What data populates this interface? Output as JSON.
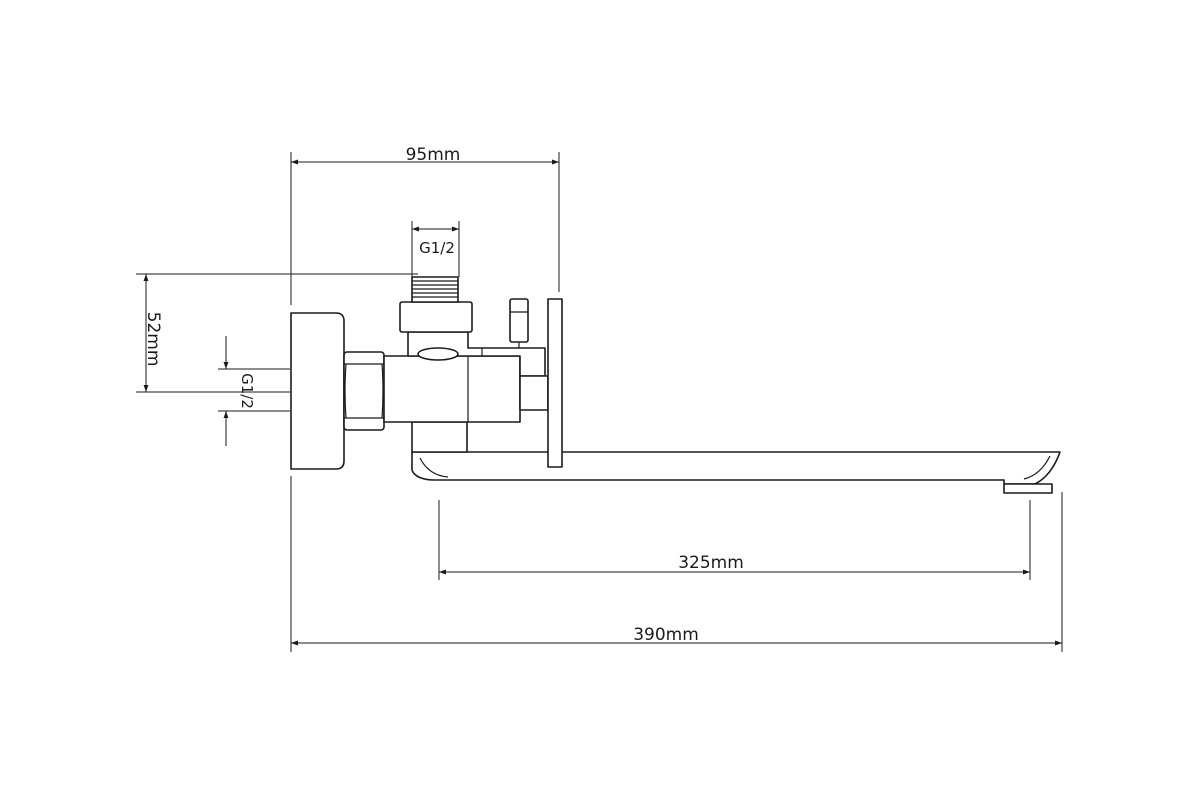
{
  "diagram": {
    "dimensions": {
      "top_width": "95mm",
      "inlet_top": "G1/2",
      "height_offset": "52mm",
      "inlet_side": "G1/2",
      "spout_reach": "325mm",
      "overall_length": "390mm"
    },
    "colors": {
      "line": "#1b1b1b",
      "background": "#ffffff"
    }
  }
}
